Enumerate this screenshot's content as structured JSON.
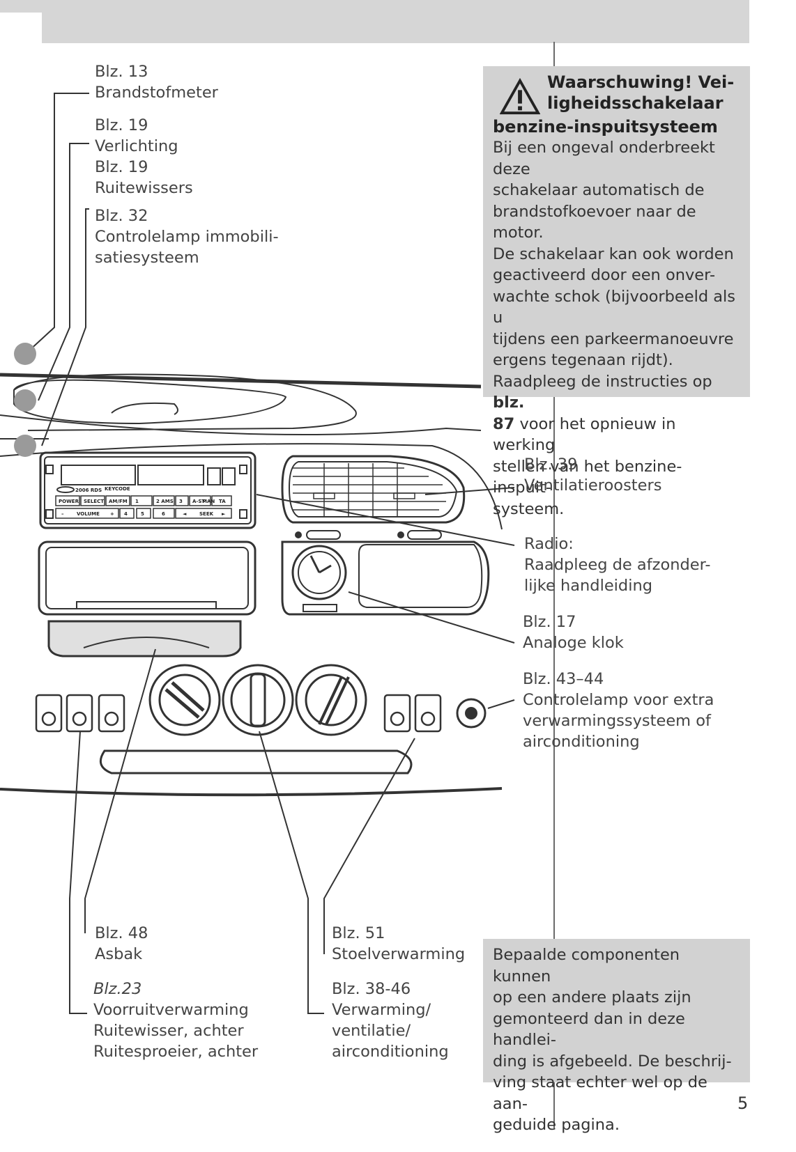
{
  "labels": {
    "fuel_gauge": {
      "ref": "Blz. 13",
      "lines": [
        "Brandstofmeter"
      ]
    },
    "lighting_wipers": {
      "ref1": "Blz. 19",
      "item1": "Verlichting",
      "ref2": "Blz. 19",
      "item2": "Ruitewissers"
    },
    "immobiliser": {
      "ref": "Blz. 32",
      "lines": [
        "Controlelamp immobili-",
        "satiesysteem"
      ]
    },
    "vents": {
      "ref": "Blz. 39",
      "lines": [
        "Ventilatieroosters"
      ]
    },
    "radio": {
      "ref": "Radio:",
      "lines": [
        "Raadpleeg de afzonder-",
        "lijke handleiding"
      ]
    },
    "clock": {
      "ref": "Blz. 17",
      "lines": [
        "Analoge klok"
      ]
    },
    "extra_heating": {
      "ref": "Blz. 43–44",
      "lines": [
        "Controlelamp voor extra",
        "verwarmingssysteem of",
        "airconditioning"
      ]
    },
    "ashtray": {
      "ref": "Blz. 48",
      "lines": [
        "Asbak"
      ]
    },
    "rear_window": {
      "ref": "Blz.23",
      "lines": [
        "Voorruitverwarming",
        "Ruitewisser, achter",
        "Ruitesproeier, achter"
      ]
    },
    "seat_heating": {
      "ref": "Blz. 51",
      "lines": [
        "Stoelverwarming"
      ]
    },
    "ventilation": {
      "ref": "Blz. 38-46",
      "lines": [
        "Verwarming/",
        "ventilatie/",
        "airconditioning"
      ]
    }
  },
  "warning": {
    "title_lines": [
      "Waarschuwing! Vei-",
      "ligheidsschakelaar",
      "benzine-inspuitsysteem"
    ],
    "body_lines": [
      "Bij een ongeval onderbreekt deze",
      "schakelaar automatisch de",
      "brandstofkoevoer naar de motor.",
      "De schakelaar kan ook worden",
      "geactiveerd door een onver-",
      "wachte schok (bijvoorbeeld als u",
      "tijdens een parkeermanoeuvre",
      "ergens tegenaan rijdt)."
    ],
    "ref_prefix": "Raadpleeg de instructies op ",
    "ref_bold1": "blz.",
    "ref_bold2": "87",
    "ref_rest1": " voor het opnieuw in werking",
    "ref_rest2": "stellen van het benzine-inspuit-",
    "ref_rest3": "systeem."
  },
  "note_lines": [
    "Bepaalde componenten kunnen",
    "op een andere plaats zijn",
    "gemonteerd dan in deze handlei-",
    "ding is afgebeeld. De beschrij-",
    "ving staat echter wel op de aan-",
    "geduide pagina."
  ],
  "radio_panel": {
    "brand": "2006 RDS",
    "keycode": "KEYCODE",
    "buttons": [
      "POWER",
      "SELECT",
      "AM/FM",
      "1",
      "2 AMS",
      "3",
      "A-ST",
      "MAN",
      "TA"
    ],
    "row2": [
      "–",
      "VOLUME",
      "+",
      "4",
      "5",
      "6",
      "◄",
      "SEEK",
      "►"
    ]
  },
  "page_number": "5",
  "colors": {
    "box_bg": "#d2d2d2",
    "line": "#333333",
    "text": "#444444"
  }
}
